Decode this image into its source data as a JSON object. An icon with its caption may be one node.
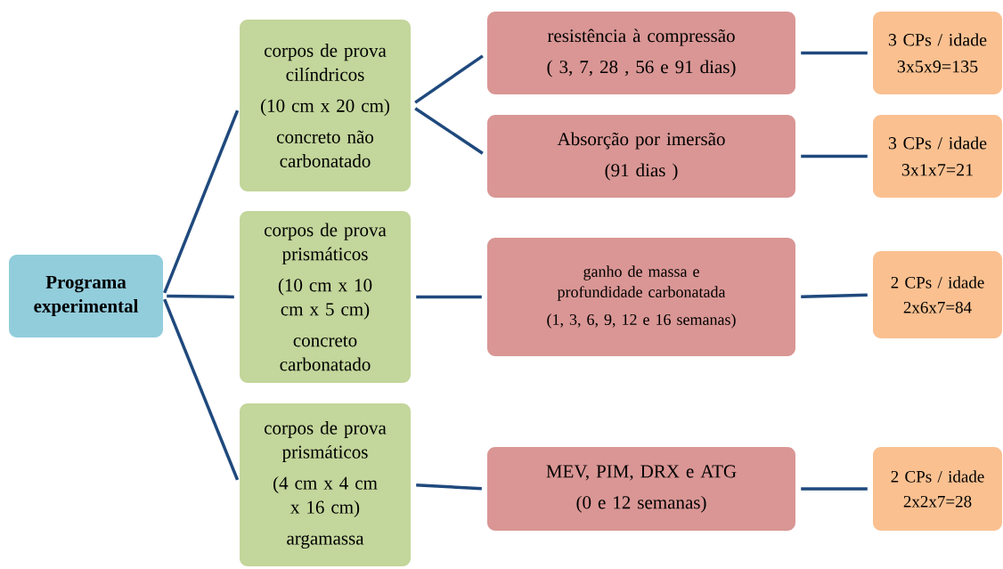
{
  "diagram": {
    "nodes": [
      {
        "text": [
          "Programa experimental"
        ]
      },
      {
        "text": [
          "corpos de prova cilíndricos",
          "(10 cm x 20 cm)",
          "concreto não carbonatado"
        ]
      },
      {
        "text": [
          "corpos de prova prismáticos",
          "(10 cm x 10 cm x 5 cm)",
          "concreto carbonatado"
        ]
      },
      {
        "text": [
          "corpos de prova prismáticos",
          "(4 cm x 4 cm x 16 cm)",
          "argamassa"
        ]
      },
      {
        "text": [
          "resistência à compressão",
          "( 3, 7, 28 , 56 e 91 dias)"
        ]
      },
      {
        "text": [
          "Absorção por imersão",
          "(91 dias )"
        ]
      },
      {
        "text": [
          "ganho de massa e profundidade carbonatada",
          "(1, 3, 6, 9, 12 e 16 semanas)"
        ]
      },
      {
        "text": [
          "MEV, PIM, DRX e ATG",
          "(0 e 12 semanas)"
        ]
      },
      {
        "text": [
          "3 CPs / idade",
          "3x5x9=135"
        ]
      },
      {
        "text": [
          "3 CPs / idade",
          "3x1x7=21"
        ]
      },
      {
        "text": [
          "2 CPs / idade",
          "2x6x7=84"
        ]
      },
      {
        "text": [
          "2 CPs / idade",
          "2x2x7=28"
        ]
      }
    ],
    "edges": [
      {
        "from": 0,
        "to": 1,
        "arrow": "none"
      },
      {
        "from": 0,
        "to": 2,
        "arrow": "none"
      },
      {
        "from": 0,
        "to": 3,
        "arrow": "none"
      },
      {
        "from": 1,
        "to": 4,
        "arrow": "none"
      },
      {
        "from": 1,
        "to": 5,
        "arrow": "none"
      },
      {
        "from": 2,
        "to": 6,
        "arrow": "none"
      },
      {
        "from": 3,
        "to": 7,
        "arrow": "none"
      },
      {
        "from": 4,
        "to": 8,
        "arrow": "none"
      },
      {
        "from": 5,
        "to": 9,
        "arrow": "none"
      },
      {
        "from": 6,
        "to": 10,
        "arrow": "none"
      },
      {
        "from": 7,
        "to": 11,
        "arrow": "none"
      }
    ]
  }
}
